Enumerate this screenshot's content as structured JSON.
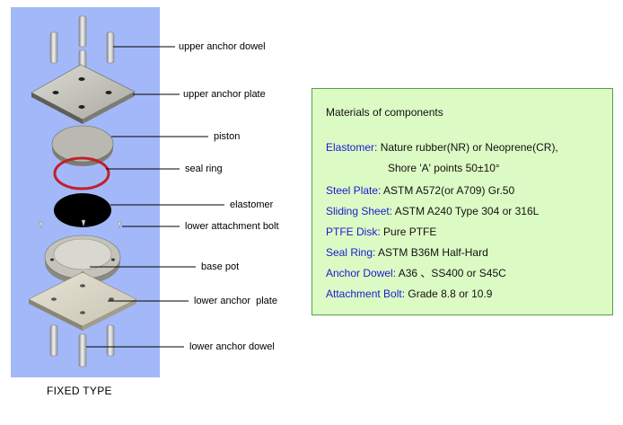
{
  "callouts": {
    "upper_anchor_dowel": "upper anchor dowel",
    "upper_anchor_plate": "upper anchor plate",
    "piston": "piston",
    "seal_ring": "seal ring",
    "elastomer": "elastomer",
    "lower_attachment_bolt": "lower attachment bolt",
    "base_pot": "base pot",
    "lower_anchor_plate": "lower anchor  plate",
    "lower_anchor_dowel": "lower anchor dowel"
  },
  "caption": "FIXED TYPE",
  "materials": {
    "title": "Materials of components",
    "items": [
      {
        "label": "Elastomer:",
        "value": "Nature rubber(NR) or Neoprene(CR),",
        "continuation": "Shore 'A' points 50±10°"
      },
      {
        "label": "Steel Plate:",
        "value": "ASTM A572(or A709) Gr.50"
      },
      {
        "label": "Sliding Sheet:",
        "value": "ASTM A240 Type 304 or 316L"
      },
      {
        "label": "PTFE Disk:",
        "value": "Pure PTFE"
      },
      {
        "label": "Seal Ring:",
        "value": "ASTM B36M Half-Hard"
      },
      {
        "label": "Anchor Dowel:",
        "value": "A36 、SS400 or S45C"
      },
      {
        "label": "Attachment Bolt:",
        "value": "Grade 8.8 or 10.9"
      }
    ]
  },
  "colors": {
    "panel_background": "#a3b8f9",
    "materials_background": "#dcfbc4",
    "materials_border": "#55a045",
    "material_label": "#1a1ad0",
    "seal_ring": "#c0202a",
    "elastomer": "#000000"
  }
}
